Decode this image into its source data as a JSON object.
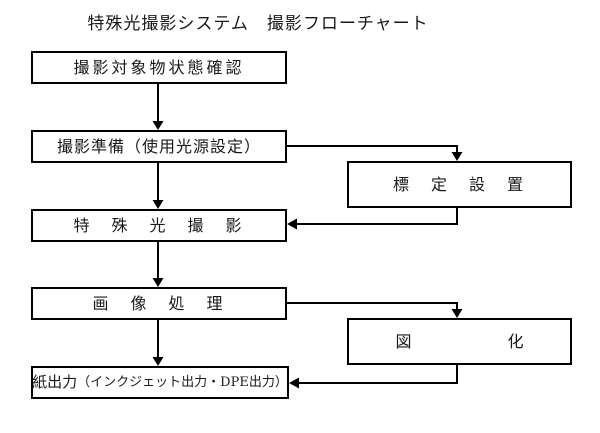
{
  "title": "特殊光撮影システム　撮影フローチャート",
  "flow": {
    "steps": [
      {
        "label": "撮影対象物状態確認"
      },
      {
        "label": "撮影準備（使用光源設定）"
      },
      {
        "label": "特　殊　光　撮　影"
      },
      {
        "label": "画　像　処　理"
      },
      {
        "label": "紙出力",
        "sublabel": "（インクジェット出力・DPE出力）"
      }
    ],
    "side_steps": [
      {
        "label": "標　定　設　置"
      },
      {
        "label": "図　　　　　　化"
      }
    ]
  },
  "colors": {
    "background": "#ffffff",
    "line": "#000000",
    "text": "#1a1a1a"
  }
}
